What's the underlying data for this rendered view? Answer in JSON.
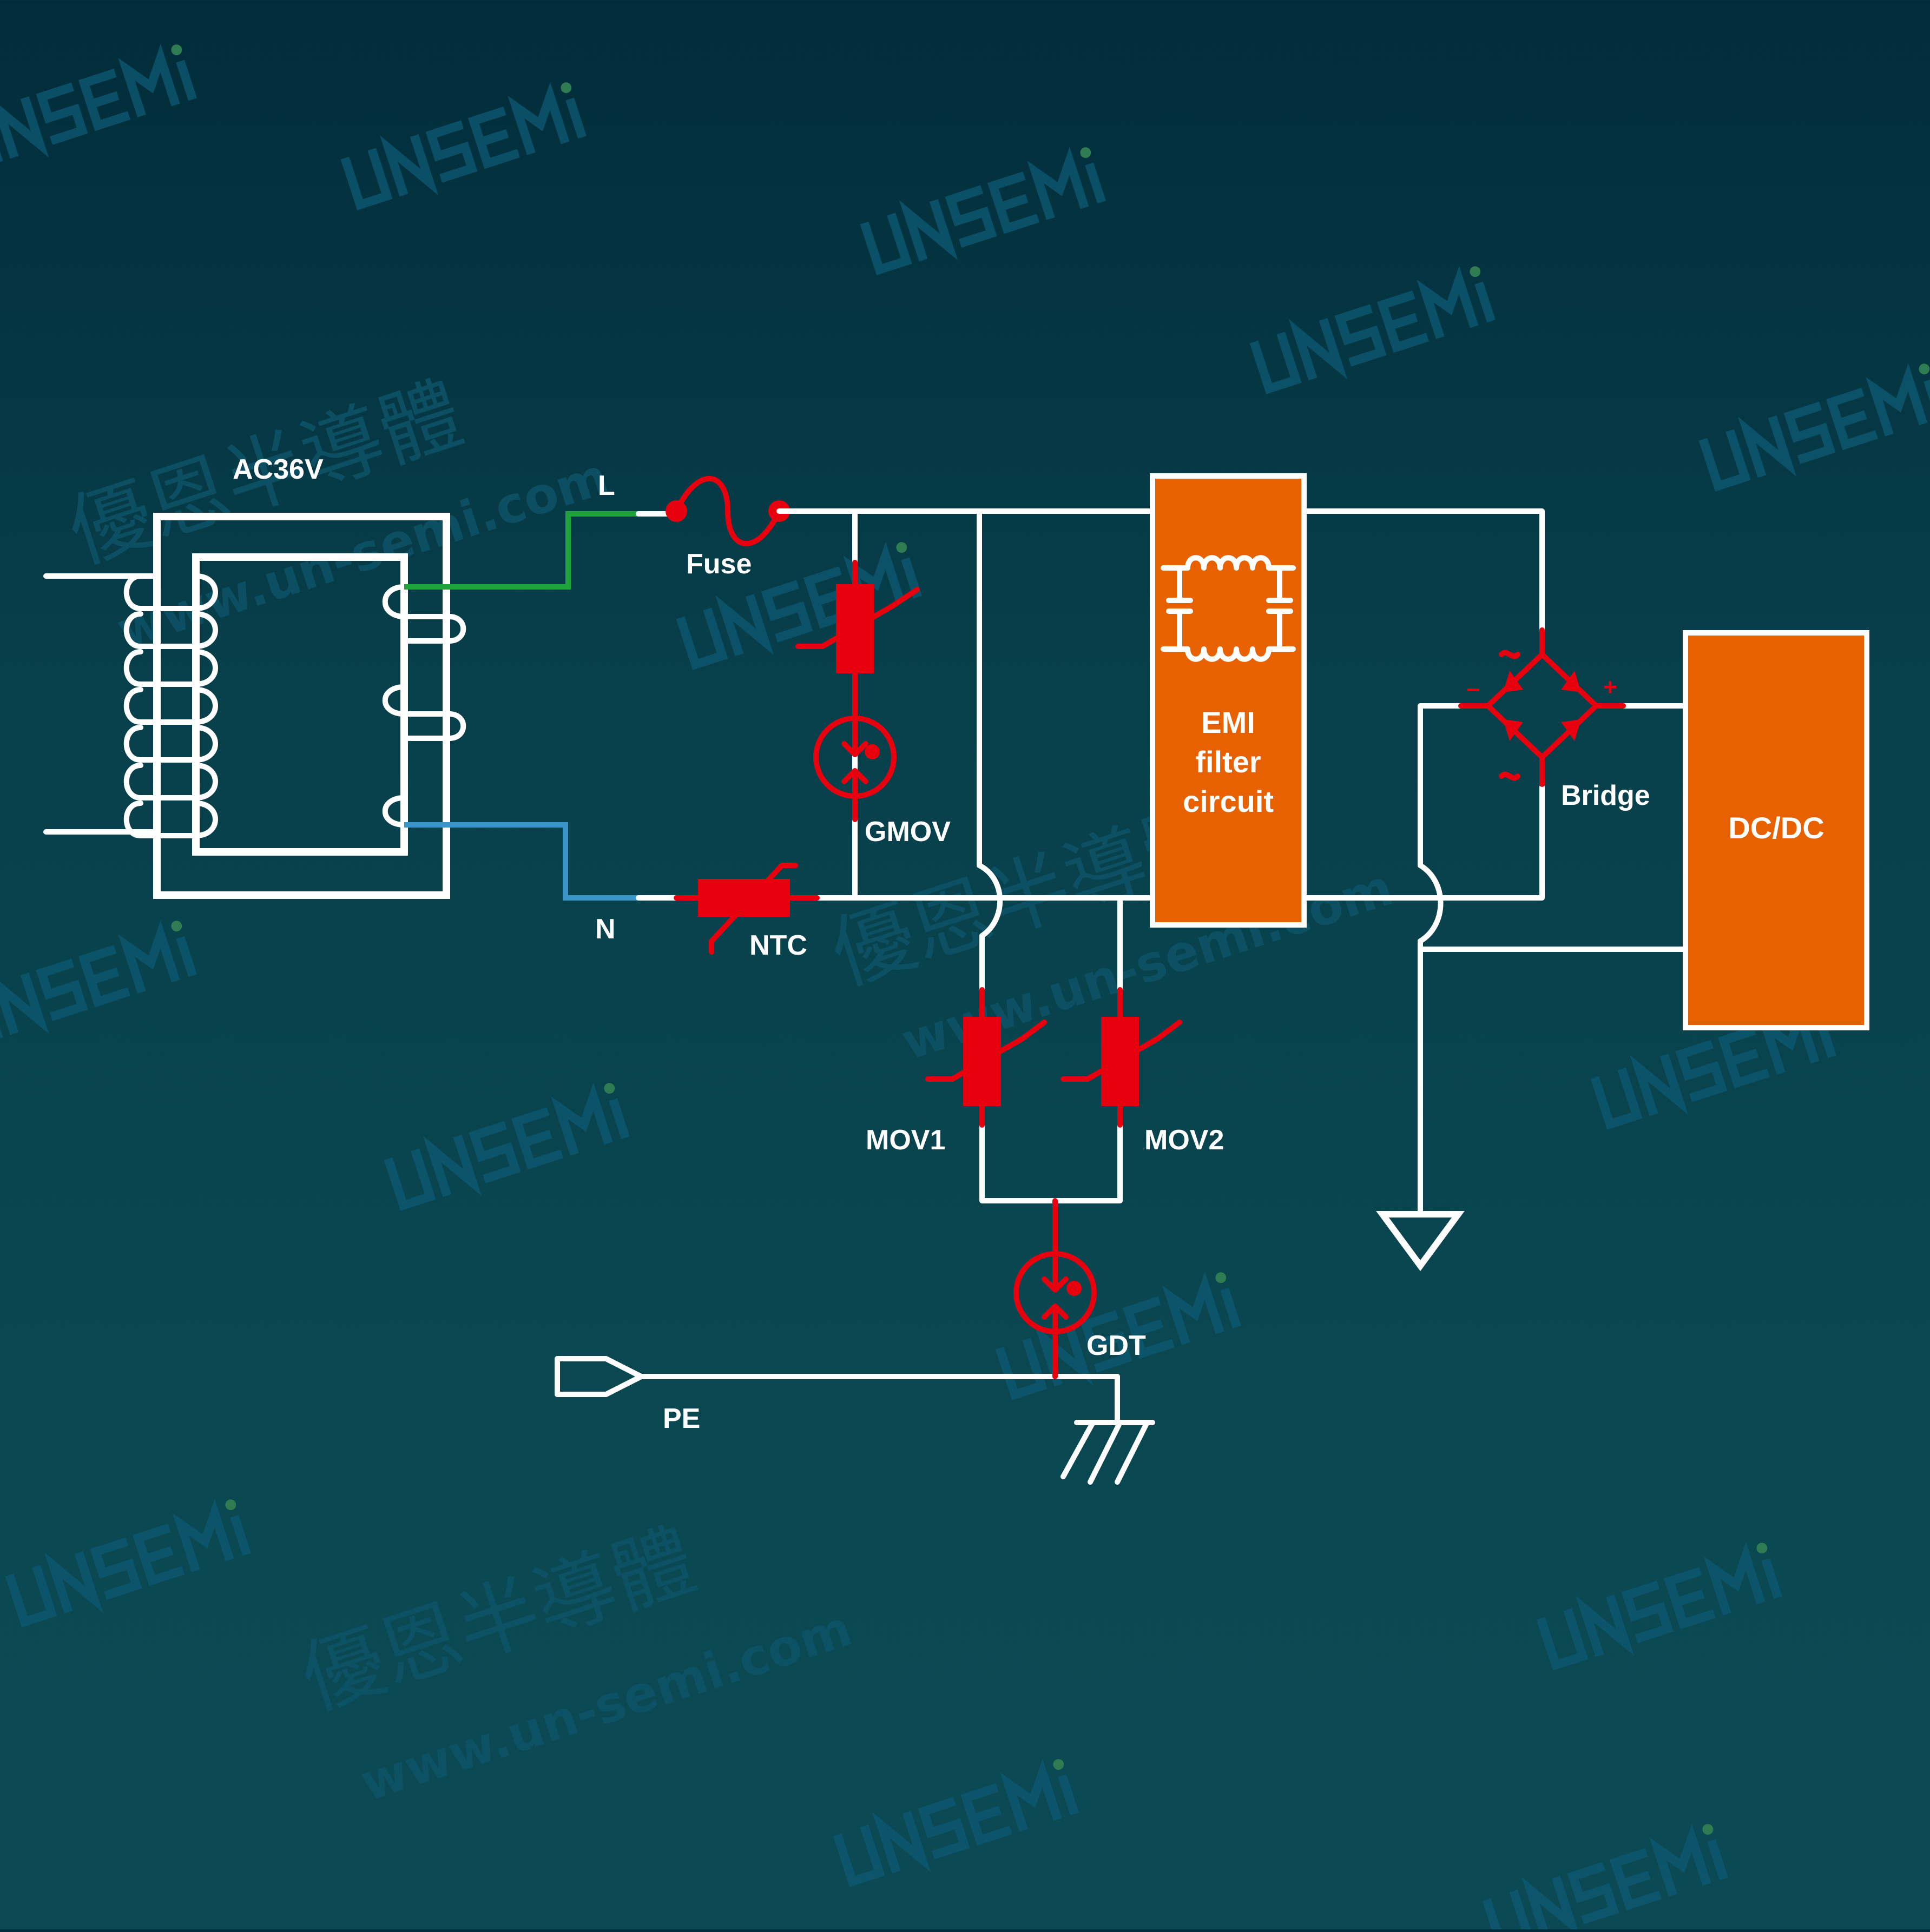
{
  "labels": {
    "ac_source": "AC36V",
    "line": "L",
    "neutral": "N",
    "fuse": "Fuse",
    "ntc": "NTC",
    "gmov": "GMOV",
    "emi_line1": "EMI",
    "emi_line2": "filter",
    "emi_line3": "circuit",
    "bridge": "Bridge",
    "bridge_minus": "−",
    "bridge_plus": "+",
    "dcdc": "DC/DC",
    "mov1": "MOV1",
    "mov2": "MOV2",
    "gdt": "GDT",
    "pe": "PE"
  },
  "watermark": {
    "logo_text": "UNSEMI",
    "company_cn": "優恩半導體",
    "url": "www.un-semi.com"
  },
  "colors": {
    "background_top": "#022c3a",
    "background_bottom": "#0b4a55",
    "wire": "#ffffff",
    "component": "#e8000f",
    "block_fill": "#e86100",
    "line_wire": "#1fa33b",
    "neutral_wire": "#3b95c9",
    "watermark": "#0d5870"
  },
  "icons": [
    "transformer-icon",
    "fuse-icon",
    "varistor-icon",
    "gas-discharge-tube-icon",
    "ntc-thermistor-icon",
    "rectifier-bridge-icon",
    "ground-icon",
    "chassis-ground-icon",
    "plug-icon"
  ]
}
